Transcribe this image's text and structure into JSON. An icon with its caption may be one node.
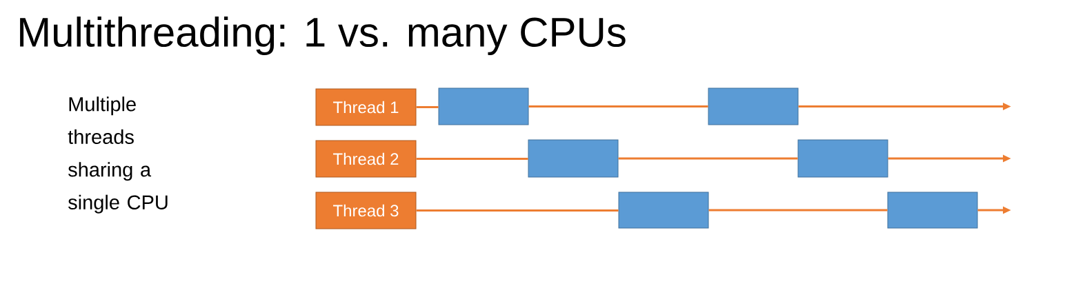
{
  "diagram": {
    "title": "Multithreading: 1 vs. many CPUs",
    "nodes": [
      {
        "text": [
          "Thread 1"
        ]
      },
      {
        "text": [
          "Thread 2"
        ]
      },
      {
        "text": [
          "Thread 3"
        ]
      },
      {
        "text": [],
        "shape": "box"
      },
      {
        "text": [],
        "shape": "box"
      },
      {
        "text": [],
        "shape": "box"
      },
      {
        "text": [],
        "shape": "box"
      },
      {
        "text": [],
        "shape": "box"
      },
      {
        "text": [],
        "shape": "box"
      }
    ],
    "edges": [
      {
        "from": 0,
        "to": 3,
        "arrow": "none"
      },
      {
        "from": 3,
        "to": 6,
        "arrow": "none"
      },
      {
        "from": 6,
        "to": null,
        "arrow": "to"
      },
      {
        "from": 1,
        "to": 4,
        "arrow": "none"
      },
      {
        "from": 4,
        "to": 7,
        "arrow": "none"
      },
      {
        "from": 7,
        "to": null,
        "arrow": "to"
      },
      {
        "from": 2,
        "to": 5,
        "arrow": "none"
      },
      {
        "from": 5,
        "to": 8,
        "arrow": "none"
      },
      {
        "from": 8,
        "to": null,
        "arrow": "to"
      }
    ],
    "labels": [
      "Multiple threads sharing a single CPU"
    ]
  }
}
